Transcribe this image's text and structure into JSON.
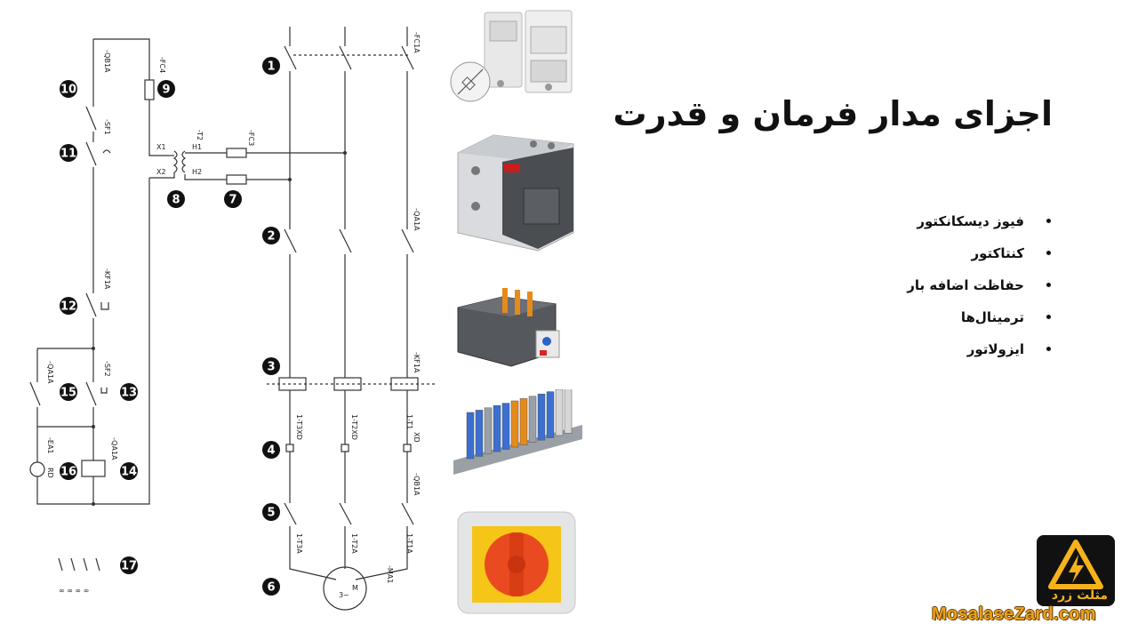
{
  "title": "اجزای مدار فرمان و قدرت",
  "bullets": [
    "فیوز دیسکانکتور",
    "کنتاکتور",
    "حفاظت اضافه بار",
    "ترمینال‌ها",
    "ایزولاتور"
  ],
  "logo": {
    "text": "مثلث زرد",
    "icon": "lightning-triangle-icon"
  },
  "website": "MosalaseZard.com",
  "schematic": {
    "markers": [
      "1",
      "2",
      "3",
      "4",
      "5",
      "6",
      "7",
      "8",
      "9",
      "10",
      "11",
      "12",
      "13",
      "14",
      "15",
      "16",
      "17"
    ],
    "labels": {
      "fc1a": "-FC1A",
      "qa1a": "-QA1A",
      "kf1a": "-KF1A",
      "qb1a": "-QB1A",
      "fc4": "-FC4",
      "t2": "-T2",
      "fc3": "-FC3",
      "x1": "X1",
      "x2": "X2",
      "h1": "H1",
      "h2": "H2",
      "sf1": "-SF1",
      "sf2": "-SF2",
      "ea1": "-EA1",
      "rd": "RD",
      "xd": "XD",
      "x3": "1-T3XD",
      "x2d": "1-T2XD",
      "x1d": "1-T1",
      "t3a": "1-T3A",
      "t2a": "1-T2A",
      "t1a": "1-T1A",
      "ma1": "-MA1",
      "motor_m": "M",
      "motor_3": "3~"
    }
  },
  "colors": {
    "accent": "#e9a21b",
    "logo_bg": "#111111",
    "text": "#111111"
  }
}
